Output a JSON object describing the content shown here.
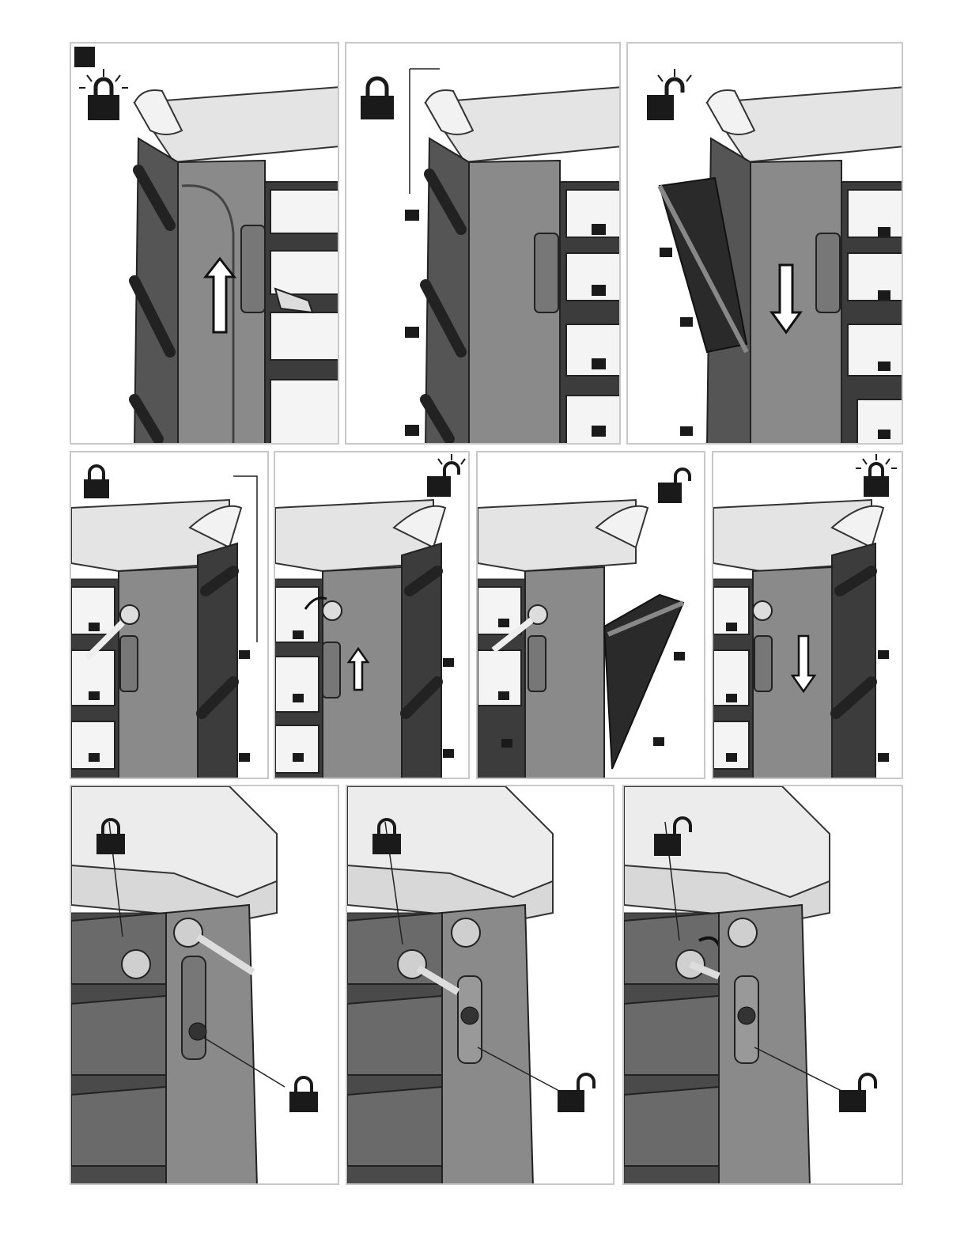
{
  "colors": {
    "frame": "#c8c8c8",
    "top_light": "#f0f0f0",
    "top_mid": "#d8d8d8",
    "body_mid": "#8a8a8a",
    "body_dark": "#4a4a4a",
    "door_dark": "#2a2a2a",
    "drawer": "#f4f4f4",
    "icon": "#1a1a1a"
  },
  "panels": [
    {
      "id": "p1",
      "badge": "dark",
      "status_icon": "lock-closed-blinking",
      "action": "lift-lever-up"
    },
    {
      "id": "p2",
      "badge": "none",
      "status_icon": "lock-closed",
      "action": "drawers-locked"
    },
    {
      "id": "p3",
      "badge": "none",
      "status_icon": "lock-open-blinking",
      "action": "lower-lever-drawers-open"
    },
    {
      "id": "p4",
      "badge": "none",
      "status_icon": "lock-closed",
      "action": "insert-key"
    },
    {
      "id": "p5",
      "badge": "none",
      "status_icon": "lock-open-blinking",
      "action": "turn-key-push-up"
    },
    {
      "id": "p6",
      "badge": "none",
      "status_icon": "lock-open",
      "action": "door-open"
    },
    {
      "id": "p7",
      "badge": "none",
      "status_icon": "lock-closed-blinking",
      "action": "push-down"
    },
    {
      "id": "p8",
      "badge": "light",
      "status_icon": "lock-closed",
      "action": "key-in-top-lock"
    },
    {
      "id": "p9",
      "badge": "light",
      "status_icon": "lock-closed",
      "action": "key-in-drawer-lock"
    },
    {
      "id": "p10",
      "badge": "light",
      "status_icon": "lock-open",
      "action": "turn-drawer-key"
    }
  ]
}
